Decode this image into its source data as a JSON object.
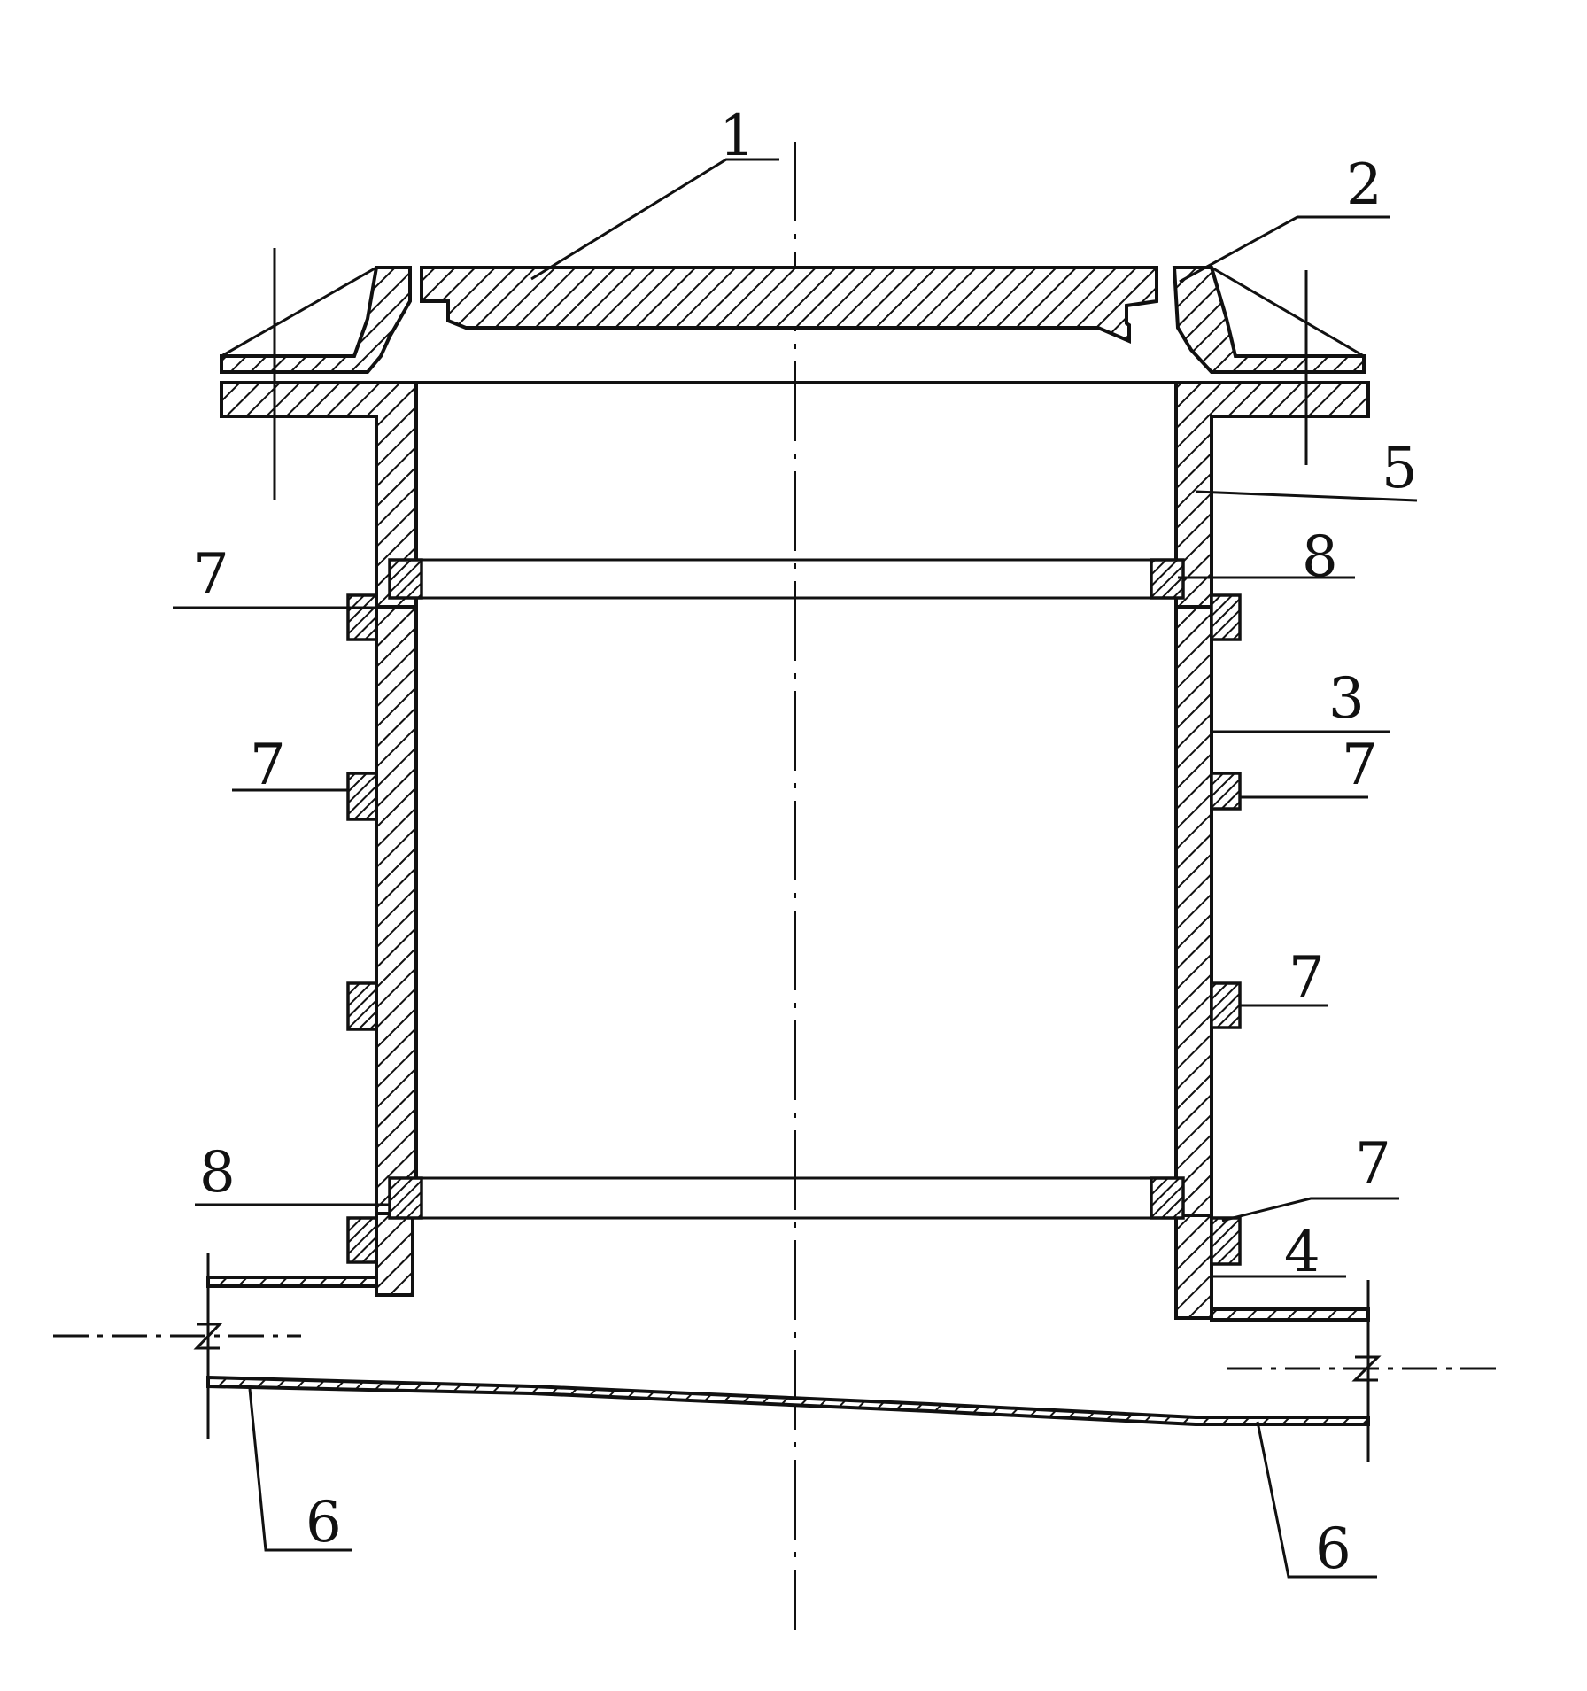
{
  "labels": {
    "l1": "1",
    "l2": "2",
    "l3": "3",
    "l4": "4",
    "l5": "5",
    "l6a": "6",
    "l6b": "6",
    "l7a": "7",
    "l7b": "7",
    "l7c": "7",
    "l7d": "7",
    "l7e": "7",
    "l8a": "8",
    "l8b": "8"
  }
}
